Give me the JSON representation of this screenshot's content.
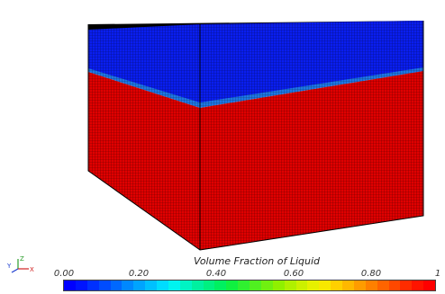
{
  "legend": {
    "title": "Volume Fraction of Liquid",
    "ticks": [
      "0.00",
      "0.20",
      "0.40",
      "0.60",
      "0.80",
      "1"
    ],
    "tick_values": [
      0.0,
      0.2,
      0.4,
      0.6,
      0.8,
      1.0
    ],
    "range": [
      0,
      1
    ]
  },
  "axes_triad": {
    "labels": [
      "Y",
      "Z",
      "X"
    ]
  },
  "colors": {
    "liquid": "#e00000",
    "gas": "#0a1ef0",
    "interface": "#1e78e6",
    "mesh_line": "#000000"
  },
  "colormap": [
    "#0000ff",
    "#0014ff",
    "#0030ff",
    "#004cff",
    "#0068ff",
    "#0088ff",
    "#00a4ff",
    "#00c0ff",
    "#00dcff",
    "#00f4f0",
    "#00f4c4",
    "#00f0a0",
    "#00f080",
    "#00f060",
    "#10f040",
    "#30f030",
    "#50f020",
    "#70f010",
    "#90f000",
    "#b0f000",
    "#ccf000",
    "#e6f000",
    "#f8e800",
    "#ffd000",
    "#ffb800",
    "#ff9c00",
    "#ff8000",
    "#ff6400",
    "#ff4800",
    "#ff2c00",
    "#ff1400",
    "#ff0000"
  ]
}
